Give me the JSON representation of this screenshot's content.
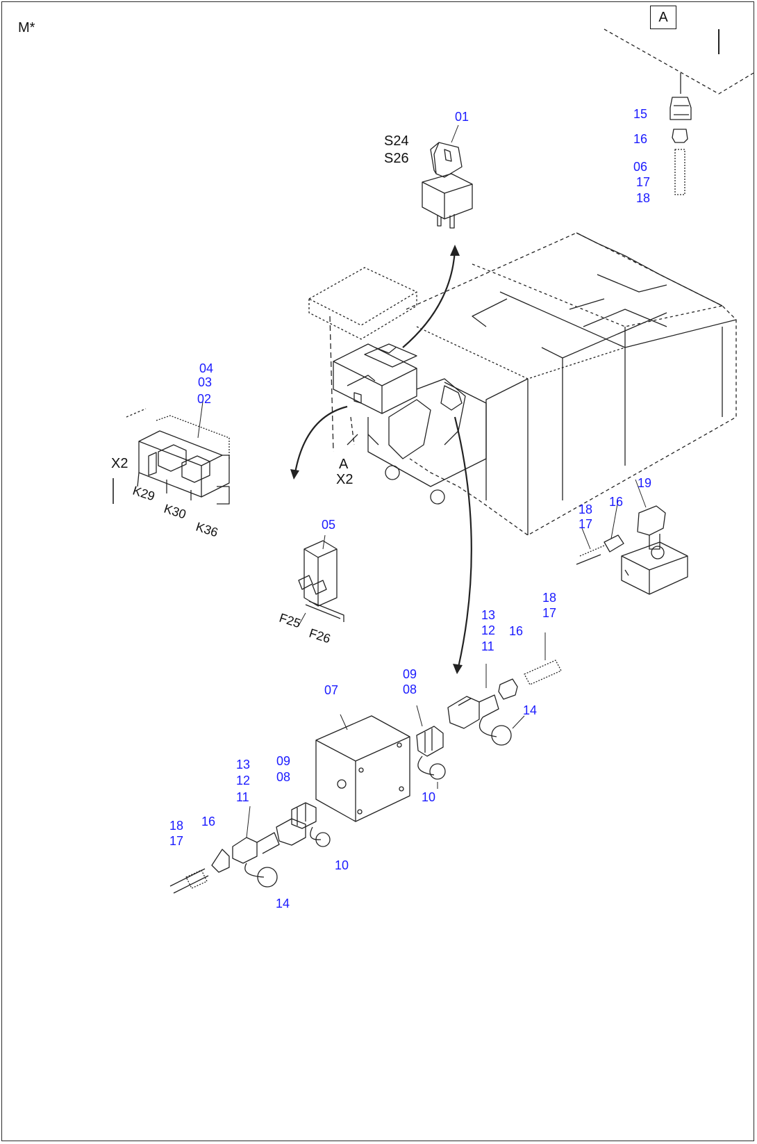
{
  "sheet": {
    "corner_mark": "M*",
    "detail_box": "A"
  },
  "callouts": {
    "switch": [
      "01"
    ],
    "switch_refs": [
      "S24",
      "S26"
    ],
    "relay_group": [
      "04",
      "03",
      "02"
    ],
    "relay_connector": "X2",
    "relays": [
      "K29",
      "K30",
      "K36"
    ],
    "frame_marker": [
      "A",
      "X2"
    ],
    "fuse_group": [
      "05"
    ],
    "fuses": [
      "F25",
      "F26"
    ],
    "detail_a": [
      "15",
      "16",
      "06",
      "17",
      "18"
    ],
    "right_plug": [
      "19",
      "16",
      "18",
      "17"
    ],
    "junction_box": [
      "07"
    ],
    "lower_right": [
      "09",
      "08",
      "13",
      "12",
      "11",
      "16",
      "18",
      "17",
      "14",
      "10"
    ],
    "lower_left": [
      "13",
      "12",
      "11",
      "09",
      "08",
      "18",
      "17",
      "16",
      "10",
      "14"
    ]
  },
  "colors": {
    "callout": "#1a1aff",
    "reference": "#111111",
    "line": "#222222"
  }
}
